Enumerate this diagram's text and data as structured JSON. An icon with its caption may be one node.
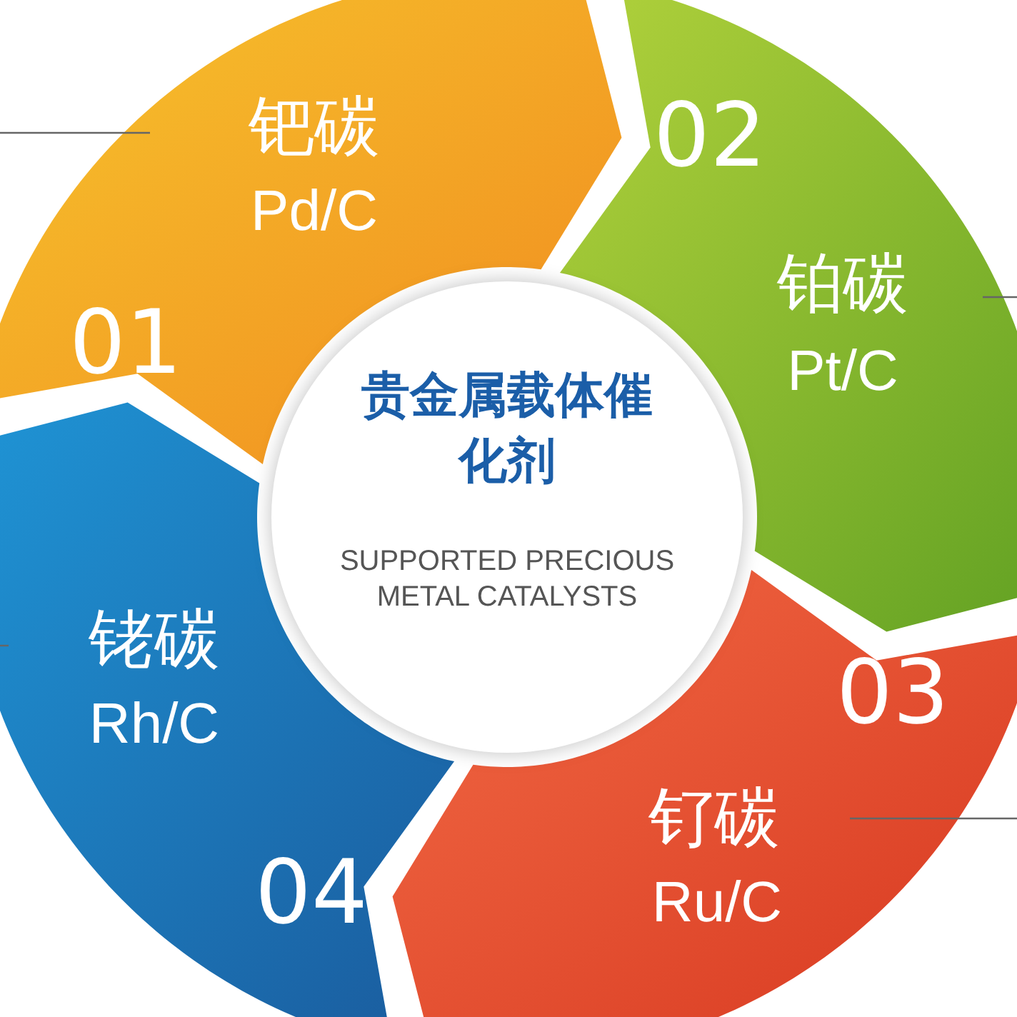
{
  "diagram": {
    "nodes": [
      {
        "text": [
          "贵金属载体催化剂",
          "SUPPORTED PRECIOUS METAL CATALYSTS"
        ]
      },
      {
        "text": [
          "01",
          "钯碳",
          "Pd/C"
        ]
      },
      {
        "text": [
          "02",
          "铂碳",
          "Pt/C"
        ]
      },
      {
        "text": [
          "03",
          "钌碳",
          "Ru/C"
        ]
      },
      {
        "text": [
          "04",
          "铑碳",
          "Rh/C"
        ]
      }
    ],
    "edges": [
      {
        "from": 1,
        "to": null,
        "arrow": "none"
      },
      {
        "from": 2,
        "to": null,
        "arrow": "none"
      },
      {
        "from": 3,
        "to": null,
        "arrow": "none"
      },
      {
        "from": 4,
        "to": null,
        "arrow": "none"
      }
    ]
  }
}
